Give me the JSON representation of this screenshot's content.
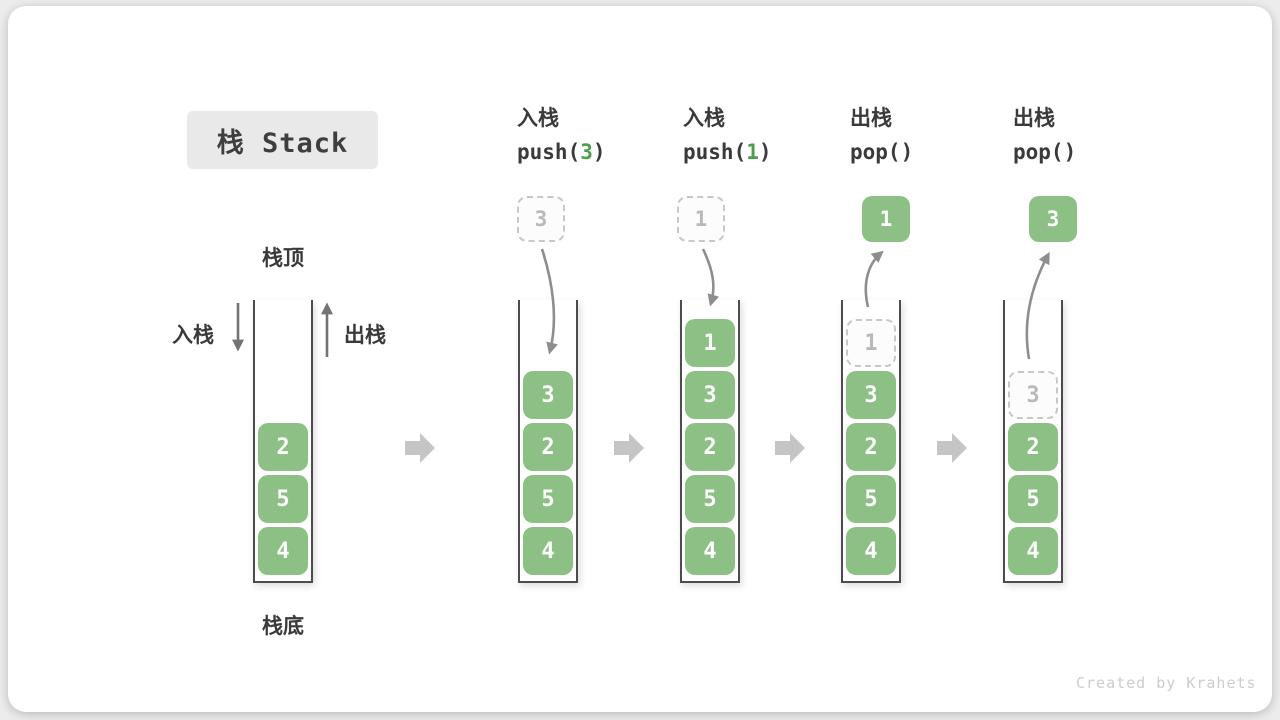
{
  "title": "栈 Stack",
  "watermark": "Created by Krahets",
  "labels": {
    "stack_top": "栈顶",
    "stack_bottom": "栈底",
    "push": "入栈",
    "pop": "出栈"
  },
  "operations": [
    {
      "name": "入栈",
      "code": {
        "pre": "push(",
        "arg": "3",
        "post": ")"
      },
      "floating": {
        "value": "3",
        "style": "dashed"
      }
    },
    {
      "name": "入栈",
      "code": {
        "pre": "push(",
        "arg": "1",
        "post": ")"
      },
      "floating": {
        "value": "1",
        "style": "dashed"
      }
    },
    {
      "name": "出栈",
      "code": {
        "pre": "pop(",
        "arg": "",
        "post": ")"
      },
      "floating": {
        "value": "1",
        "style": "solid"
      }
    },
    {
      "name": "出栈",
      "code": {
        "pre": "pop(",
        "arg": "",
        "post": ")"
      },
      "floating": {
        "value": "3",
        "style": "solid"
      }
    }
  ],
  "stacks": [
    {
      "items": [
        {
          "value": "4",
          "style": "solid"
        },
        {
          "value": "5",
          "style": "solid"
        },
        {
          "value": "2",
          "style": "solid"
        }
      ]
    },
    {
      "items": [
        {
          "value": "4",
          "style": "solid"
        },
        {
          "value": "5",
          "style": "solid"
        },
        {
          "value": "2",
          "style": "solid"
        },
        {
          "value": "3",
          "style": "solid"
        }
      ]
    },
    {
      "items": [
        {
          "value": "4",
          "style": "solid"
        },
        {
          "value": "5",
          "style": "solid"
        },
        {
          "value": "2",
          "style": "solid"
        },
        {
          "value": "3",
          "style": "solid"
        },
        {
          "value": "1",
          "style": "solid"
        }
      ]
    },
    {
      "items": [
        {
          "value": "4",
          "style": "solid"
        },
        {
          "value": "5",
          "style": "solid"
        },
        {
          "value": "2",
          "style": "solid"
        },
        {
          "value": "3",
          "style": "solid"
        },
        {
          "value": "1",
          "style": "dashed"
        }
      ]
    },
    {
      "items": [
        {
          "value": "4",
          "style": "solid"
        },
        {
          "value": "5",
          "style": "solid"
        },
        {
          "value": "2",
          "style": "solid"
        },
        {
          "value": "3",
          "style": "dashed"
        }
      ]
    }
  ],
  "colors": {
    "green_box": "#8CC084",
    "green_text": "#4E9E4E",
    "container_wall": "#4c4c4c",
    "curve_arrow": "#8e8e8e",
    "dir_arrow": "#737373",
    "block_arrow": "#c5c5c5"
  }
}
